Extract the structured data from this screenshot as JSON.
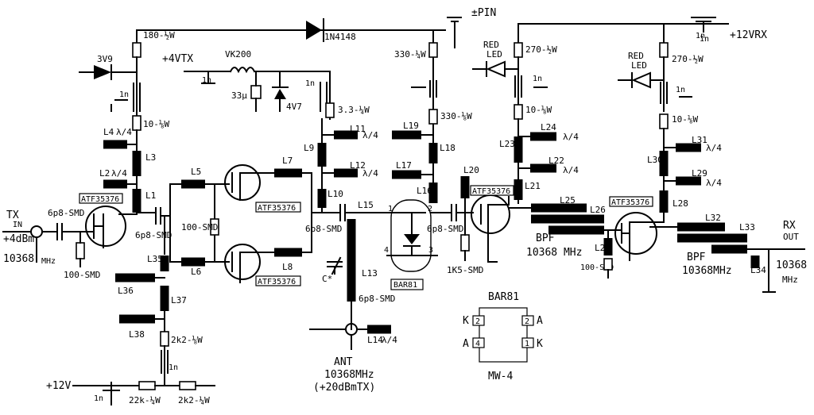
{
  "labels": {
    "pin": "±PIN",
    "d1n4148": "1N4148",
    "r180": "180-½W",
    "z3v9": "3V9",
    "r10a": "10-⅛W",
    "l4": "L4",
    "l4q": "λ/4",
    "l2": "L2",
    "l2q": "λ/4",
    "l3": "L3",
    "l1": "L1",
    "v4tx": "+4VTX",
    "vk200": "VK200",
    "c1n_a": "1n",
    "c33u": "33μ",
    "z4v7": "4V7",
    "c1n_b": "1n",
    "r33": "3.3-¼W",
    "c1n_top": "1n",
    "l5": "L5",
    "l6": "L6",
    "r100smd": "100-SMD",
    "q1": "ATF35376",
    "q2": "ATF35376",
    "q3": "ATF35376",
    "q4": "ATF35376",
    "q5": "ATF35376",
    "l7": "L7",
    "l8": "L8",
    "l9": "L9",
    "l10": "L10",
    "l11": "L11",
    "l12": "L12",
    "l13": "L13",
    "l14": "L14",
    "l15": "L15",
    "l16": "L16",
    "l17": "L17",
    "l18": "L18",
    "l19": "L19",
    "l20": "L20",
    "l21": "L21",
    "l22": "L22",
    "l23": "L23",
    "l24": "L24",
    "l25": "L25",
    "l26": "L26",
    "l27": "L27",
    "l28": "L28",
    "l29": "L29",
    "l30": "L30",
    "l31": "L31",
    "l32": "L32",
    "l33": "L33",
    "l34": "L34",
    "l35": "L35",
    "l36": "L36",
    "l37": "L37",
    "l38": "L38",
    "tx_in": "TX",
    "tx_in2": "IN",
    "tx_pwr": "+4dBm",
    "tx_freq": "10368",
    "tx_mhz": "MHz",
    "c6p8_in": "6p8-SMD",
    "r100_in": "100-SMD",
    "c6p8_b": "6p8-SMD",
    "c6p8_c": "6p8-SMD",
    "c6p8_d": "6p8-SMD",
    "c6p8_e": "6p8-SMD",
    "bar81": "BAR81",
    "cstar": "C*",
    "ant": "ANT",
    "ant_freq": "10368MHz",
    "ant_pwr": "(+20dBmTX)",
    "r2k2_18": "2k2-⅛W",
    "v12": "+12V",
    "r22k": "22k-¼W",
    "r2k2_14": "2k2-¼W",
    "r330a": "330-¼W",
    "r330b": "330-⅛W",
    "led1a": "RED",
    "led1b": "LED",
    "r270a": "270-½W",
    "r10b": "10-⅛W",
    "r1k5": "1K5-SMD",
    "bpf1": "BPF",
    "bpf1f": "10368 MHz",
    "r100b": "100-SMD",
    "v12rx": "+12VRX",
    "led2a": "RED",
    "led2b": "LED",
    "r270b": "270-½W",
    "r10c": "10-⅛W",
    "bpf2": "BPF",
    "bpf2f": "10368MHz",
    "rx_out": "RX",
    "rx_out2": "OUT",
    "rx_freq": "10368",
    "rx_mhz": "MHz",
    "q14": "λ/4",
    "pkg_title": "BAR81",
    "pkg_name": "MW-4",
    "pkg_k1": "K",
    "pkg_a1": "A",
    "pkg_a2": "A",
    "pkg_k2": "K",
    "pin1": "1",
    "pin2": "2",
    "pin3": "3",
    "pin4": "4",
    "c1n_c": "1n",
    "c1n_d": "1n",
    "c1n_e": "1n",
    "c1n_f": "1n",
    "c1n_g": "1n",
    "c1n_h": "1n"
  }
}
